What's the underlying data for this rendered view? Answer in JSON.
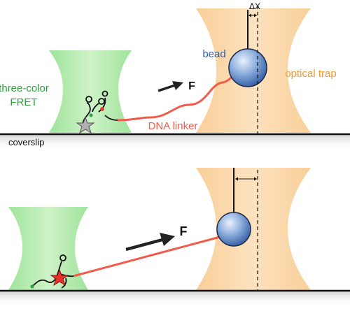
{
  "labels": {
    "three_color": "three-color",
    "fret": "FRET",
    "bead": "bead",
    "optical_trap": "optical trap",
    "delta_x": "ΔX",
    "force": "F",
    "dna_linker": "DNA linker",
    "coverslip": "coverslip"
  },
  "colors": {
    "fret_green": "#3cb44b",
    "trap_orange": "#f39a2b",
    "linker_red": "#f25a4a",
    "bead_blue": "#2f5fae",
    "dye_star_active": "#e8332a",
    "dye_star_inactive": "#9a9a9a"
  }
}
